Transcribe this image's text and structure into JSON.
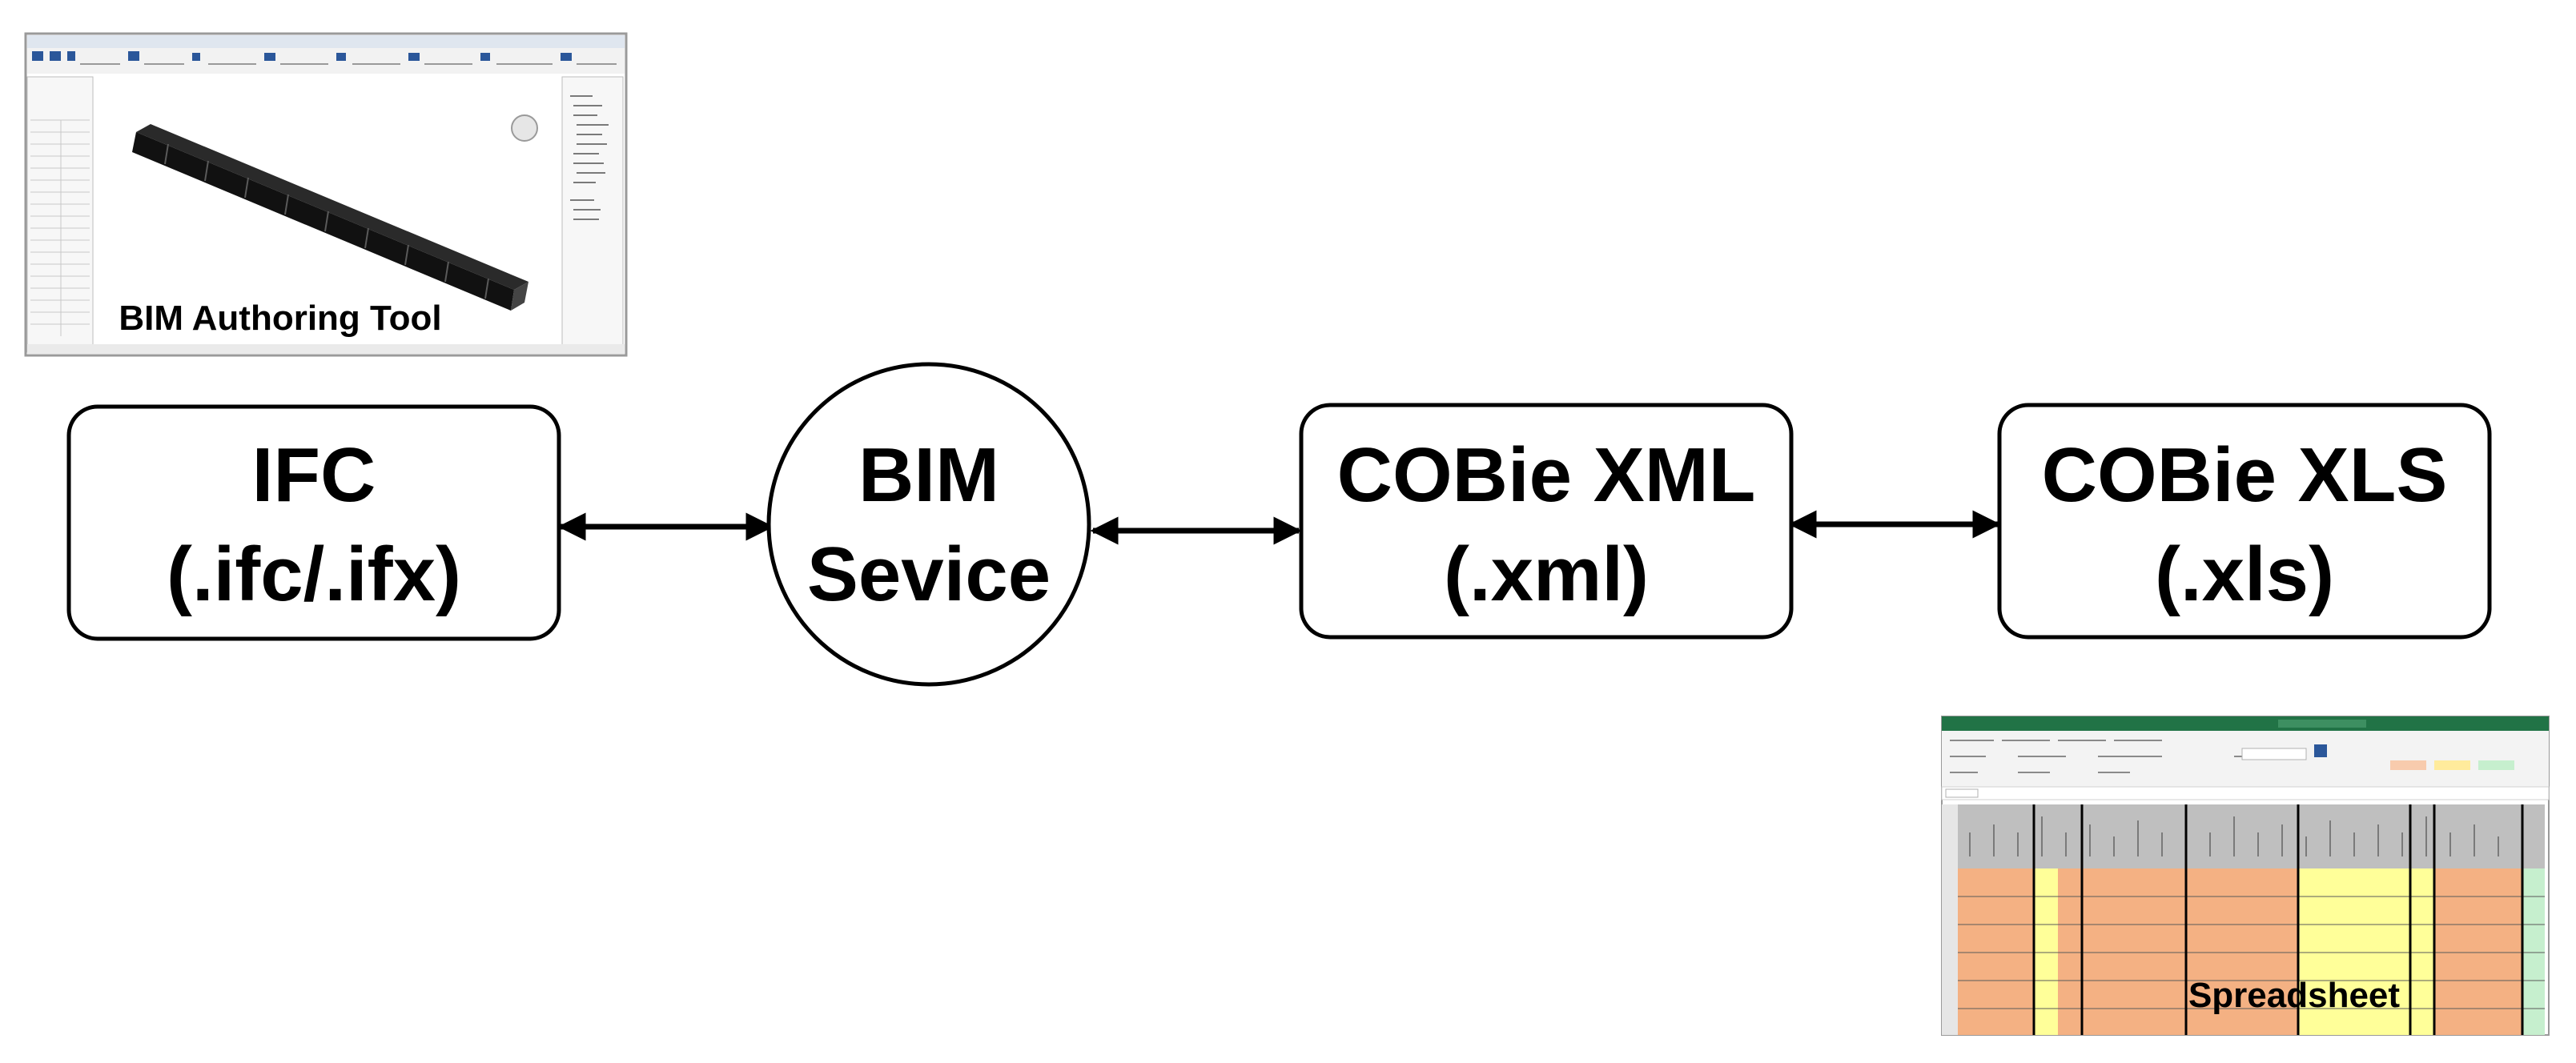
{
  "nodes": {
    "ifc": {
      "line1": "IFC",
      "line2": "(.ifc/.ifx)"
    },
    "bim_service": {
      "line1": "BIM",
      "line2": "Sevice"
    },
    "cobie_xml": {
      "line1": "COBie XML",
      "line2": "(.xml)"
    },
    "cobie_xls": {
      "line1": "COBie XLS",
      "line2": "(.xls)"
    }
  },
  "thumbnails": {
    "bim_tool": {
      "caption": "BIM Authoring Tool",
      "icon": "bim-authoring-tool-screenshot"
    },
    "spreadsheet": {
      "caption": "Spreadsheet",
      "icon": "spreadsheet-screenshot"
    }
  },
  "colors": {
    "excel_green": "#217346",
    "cell_orange": "#f4b183",
    "cell_yellow": "#ffff99",
    "cell_green": "#c6efce",
    "revit_blue": "#2b579a"
  }
}
